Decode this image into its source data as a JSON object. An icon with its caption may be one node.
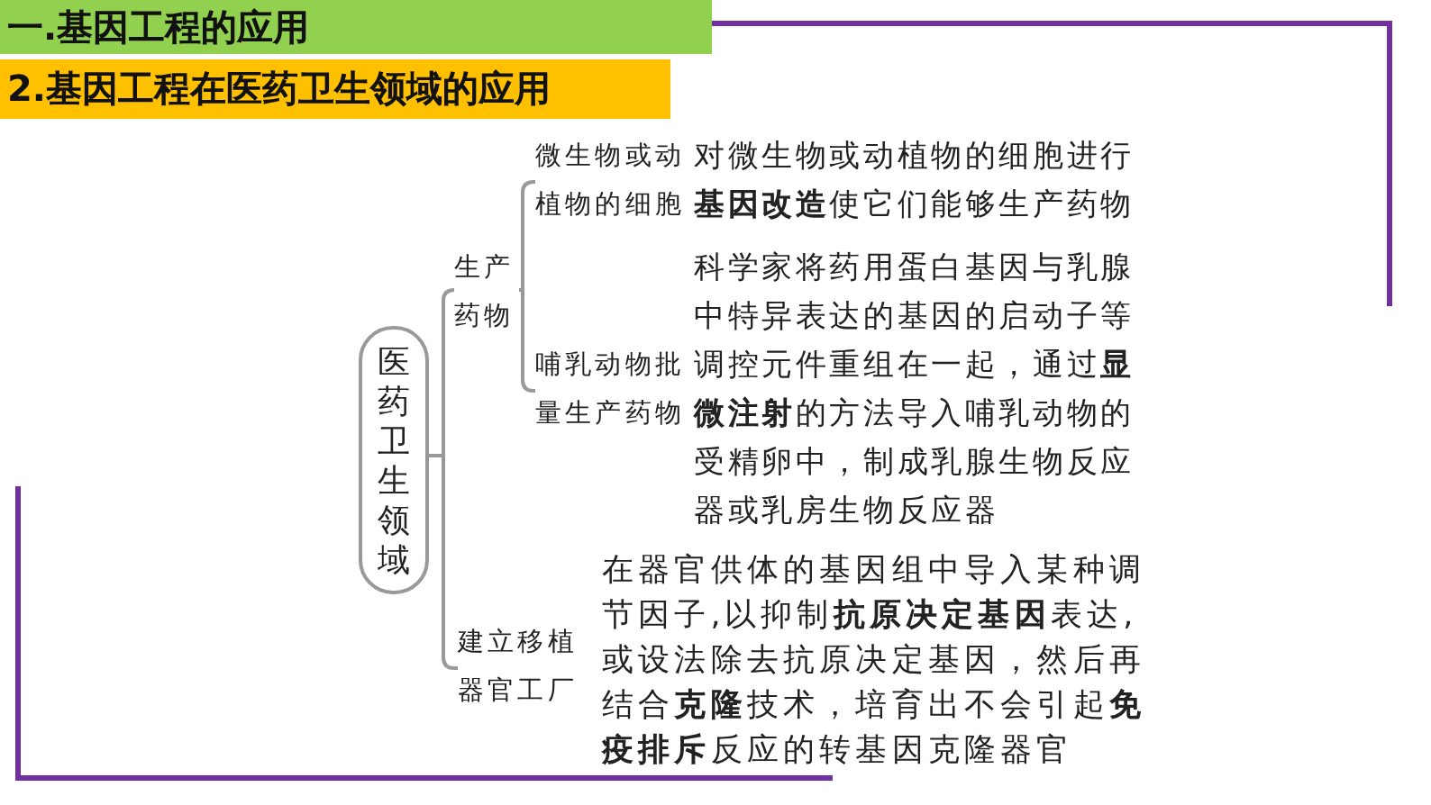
{
  "diagram": {
    "title": "一.基因工程的应用",
    "nodes": [
      {
        "text": [
          "医药卫生领域"
        ]
      },
      {
        "text": [
          "生产药物"
        ]
      },
      {
        "text": [
          "建立移植器官工厂"
        ],
        "beside": [
          "在器官供体的基因组中导入某种调节因子,以抑制**抗原决定基因**表达,或设法除去抗原决定基因，然后再结合**克隆**技术，培育出不会引起**免疫排斥**反应的转基因克隆器官"
        ]
      },
      {
        "text": [
          "微生物或动植物的细胞"
        ],
        "beside": [
          "对微生物或动植物的细胞进行**基因改造**使它们能够生产药物"
        ]
      },
      {
        "text": [
          "哺乳动物批量生产药物"
        ],
        "beside": [
          "科学家将药用蛋白基因与乳腺中特异表达的基因的启动子等调控元件重组在一起，通过**显微注射**的方法导入哺乳动物的受精卵中，制成乳腺生物反应器或乳房生物反应器"
        ]
      }
    ],
    "edges": [
      {
        "from": 0,
        "to": 1,
        "arrow": "none"
      },
      {
        "from": 0,
        "to": 2,
        "arrow": "none"
      },
      {
        "from": 1,
        "to": 3,
        "arrow": "none"
      },
      {
        "from": 1,
        "to": 4,
        "arrow": "none"
      }
    ],
    "labels": [
      "2.基因工程在医药卫生领域的应用"
    ]
  }
}
